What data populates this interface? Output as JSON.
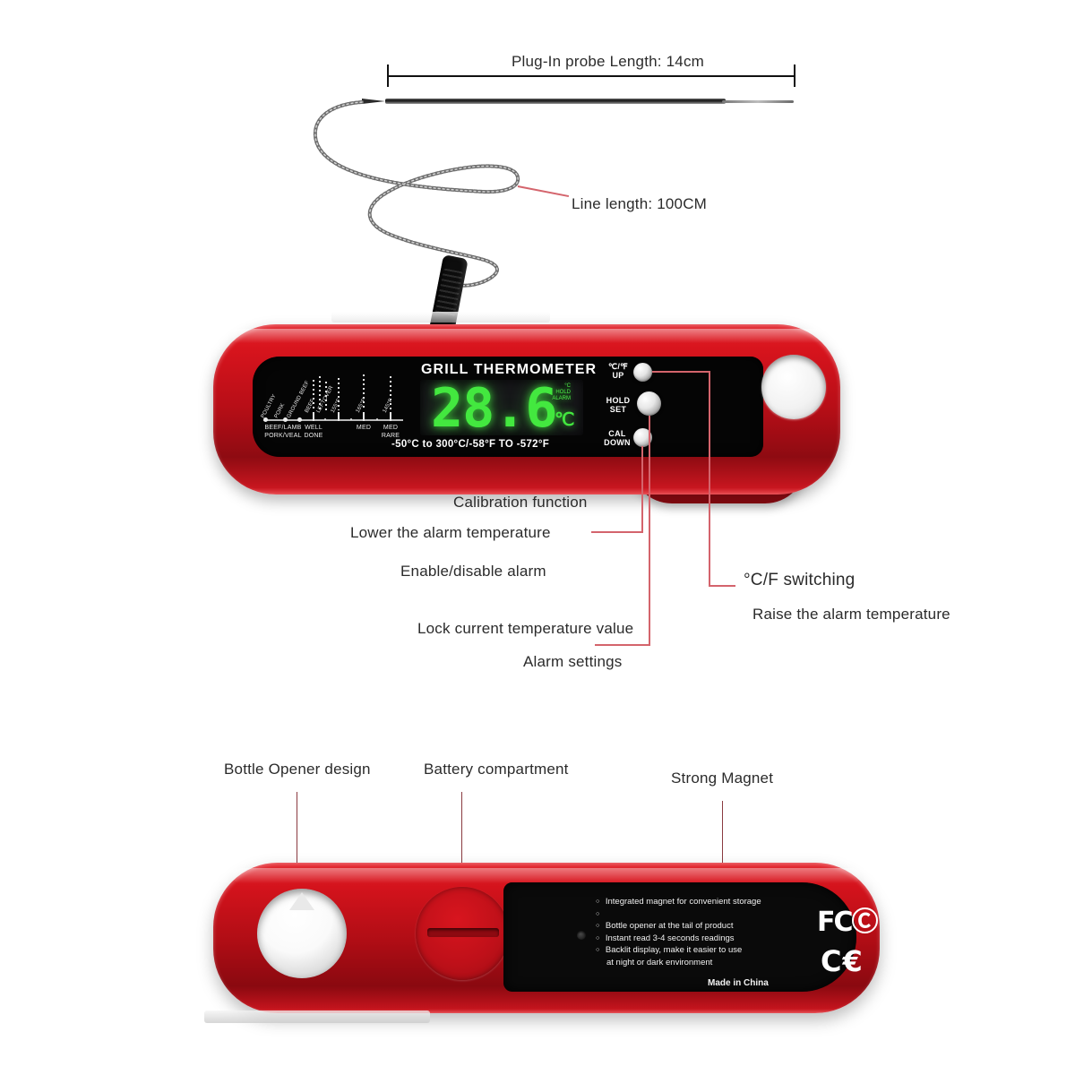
{
  "product": {
    "brand_title": "GRILL THERMOMETER",
    "lcd_value": "28.6",
    "lcd_unit": "℃",
    "lcd_badges": "°C\n HOLD\n ALARM",
    "range_text": "-50°C  to 300°C/-58°F TO -572°F",
    "made_in": "Made in China",
    "cert_fcc": "FCⒸ",
    "cert_ce": "C€"
  },
  "probe": {
    "length_label": "Plug-In probe Length: 14cm",
    "cable_label": "Line length: 100CM"
  },
  "buttons": [
    {
      "id": "cf-up",
      "line1": "℃/℉",
      "line2": "UP"
    },
    {
      "id": "hold-set",
      "line1": "HOLD",
      "line2": "SET"
    },
    {
      "id": "cal-down",
      "line1": "CAL",
      "line2": "DOWN"
    }
  ],
  "meat_chart": {
    "bottom_labels": [
      {
        "l1": "BEEF/LAMB",
        "l2": "PORK/VEAL"
      },
      {
        "l1": "WELL",
        "l2": "DONE"
      },
      {
        "l1": "MED",
        "l2": ""
      },
      {
        "l1": "MED",
        "l2": "RARE"
      }
    ],
    "vertical_labels": [
      "POULTRY",
      "PORK",
      "GROUND BEEF",
      "BEEF",
      "LEFTOVER",
      "POULTRY",
      "155°F",
      "165°F",
      "145°F",
      "140°F"
    ]
  },
  "callouts": {
    "calibration_function": "Calibration function",
    "lower_alarm": "Lower the alarm temperature",
    "enable_disable_alarm": "Enable/disable alarm",
    "lock_temp": "Lock current temperature value",
    "alarm_settings": "Alarm settings",
    "cf_switching": "°C/F switching",
    "raise_alarm": "Raise the alarm temperature",
    "bottle_opener": "Bottle Opener design",
    "battery_compartment": "Battery compartment",
    "strong_magnet": "Strong Magnet"
  },
  "features": [
    "Integrated magnet for convenient storage",
    "Bottle opener at the tail of product",
    "Instant read 3-4 seconds readings",
    "Backlit display, make it easier to use",
    "at night or dark environment"
  ],
  "colors": {
    "body_red": "#c4131c",
    "panel_black": "#050505",
    "lcd_green": "#43e83f",
    "leader_red": "#d4646c",
    "text": "#2b2b2b"
  }
}
